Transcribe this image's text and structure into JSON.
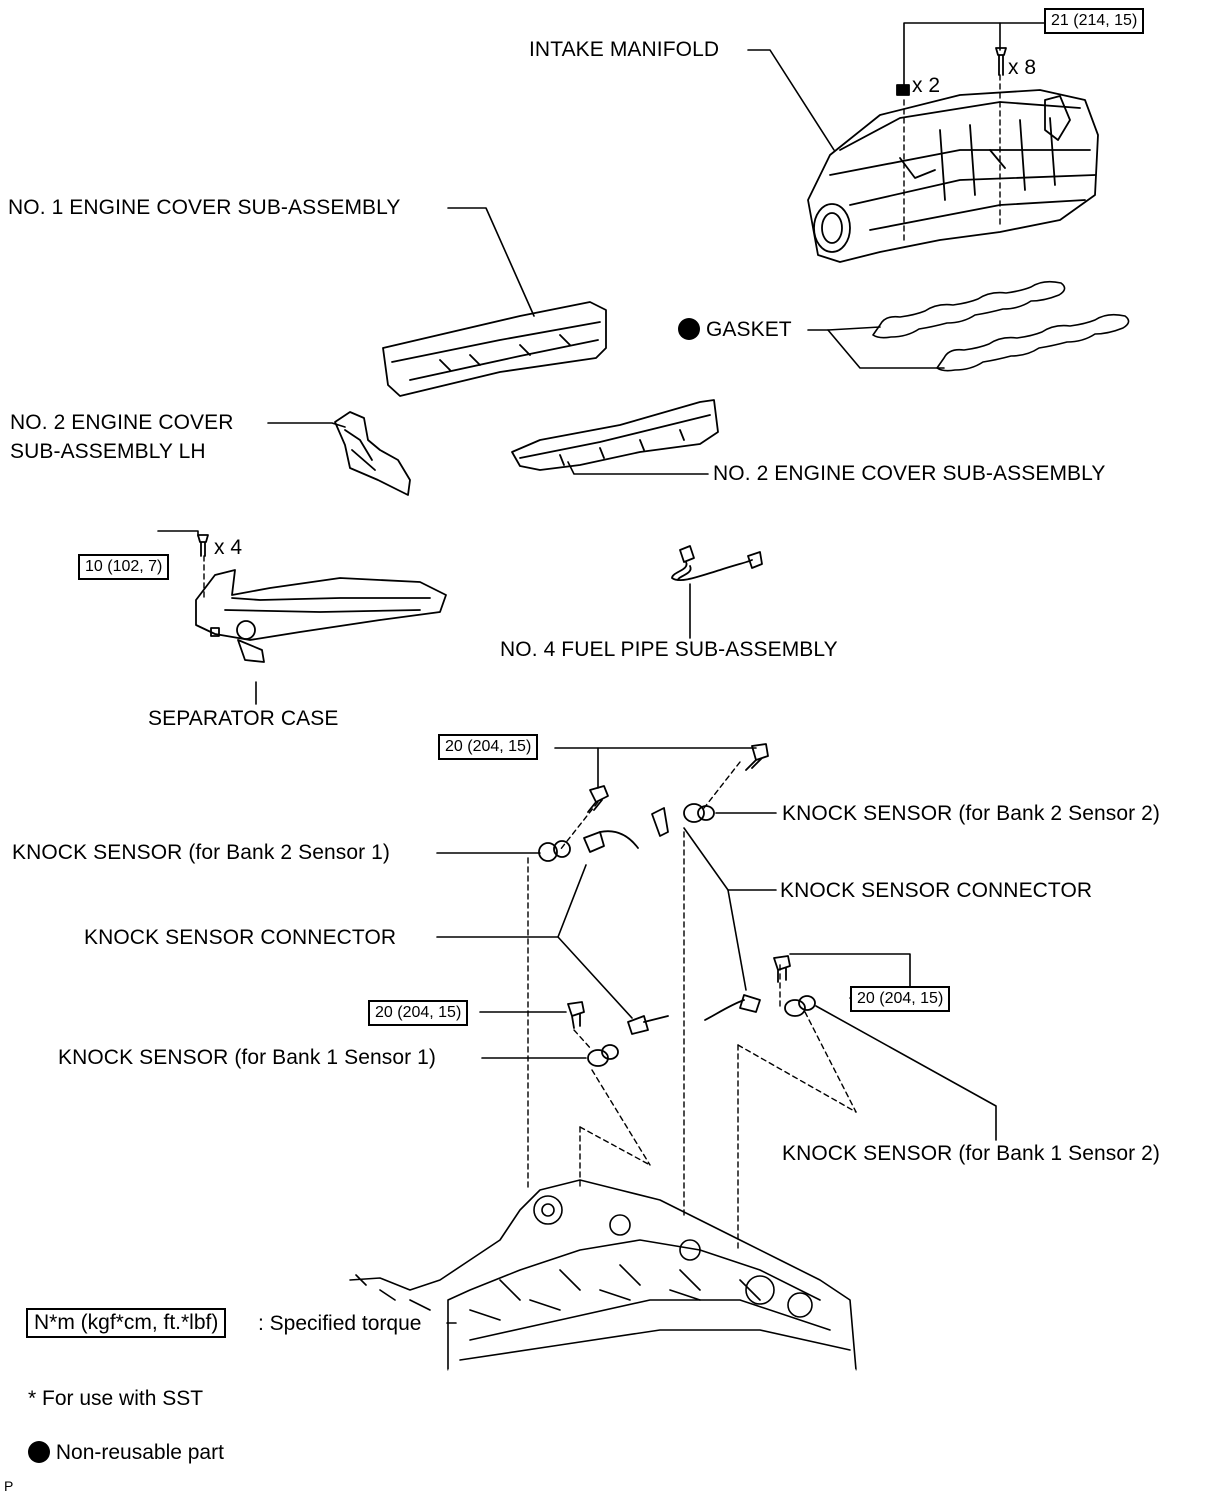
{
  "labels": {
    "intake_manifold": "INTAKE MANIFOLD",
    "no1_engine_cover": "NO. 1 ENGINE COVER SUB-ASSEMBLY",
    "gasket": "GASKET",
    "no2_engine_cover_lh_line1": "NO. 2 ENGINE COVER",
    "no2_engine_cover_lh_line2": "SUB-ASSEMBLY LH",
    "no2_engine_cover": "NO. 2 ENGINE COVER SUB-ASSEMBLY",
    "separator_case": "SEPARATOR CASE",
    "no4_fuel_pipe": "NO. 4 FUEL PIPE SUB-ASSEMBLY",
    "knock_bank2_s2": "KNOCK SENSOR (for Bank 2 Sensor 2)",
    "knock_bank2_s1": "KNOCK SENSOR (for Bank 2 Sensor 1)",
    "knock_connector_right": "KNOCK SENSOR CONNECTOR",
    "knock_connector_left": "KNOCK SENSOR CONNECTOR",
    "knock_bank1_s1": "KNOCK SENSOR (for Bank 1 Sensor 1)",
    "knock_bank1_s2": "KNOCK SENSOR (for Bank 1 Sensor 2)"
  },
  "torques": {
    "intake_manifold": "21 (214, 15)",
    "separator_case": "10 (102, 7)",
    "knock_bank2": "20 (204, 15)",
    "knock_bank1_s1": "20 (204, 15)",
    "knock_bank1_s2": "20 (204, 15)"
  },
  "quantities": {
    "nut_x2": "x 2",
    "bolt_x8": "x 8",
    "bolt_x4": "x 4"
  },
  "legend": {
    "torque_unit_box": "N*m (kgf*cm, ft.*lbf)",
    "torque_unit_text": ": Specified torque",
    "sst_note": "* For use with SST",
    "non_reusable": "Non-reusable part"
  },
  "corner_mark": "P"
}
